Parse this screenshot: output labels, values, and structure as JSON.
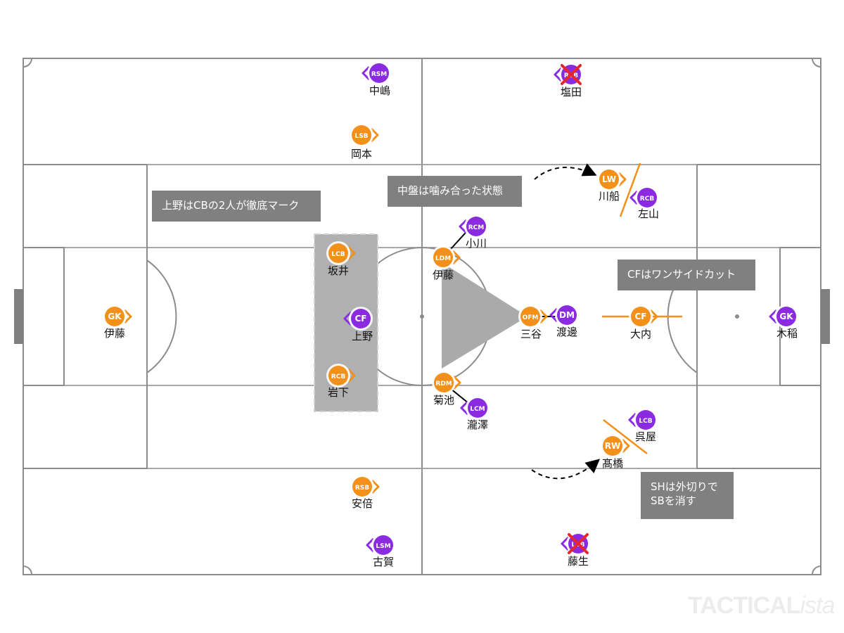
{
  "colors": {
    "team_orange": "#f39019",
    "team_purple": "#8a2be2",
    "pitch_line": "#8c8c8c",
    "cross": "#e8262b",
    "note_bg": "#808080",
    "zone_fill": "#b0b0b0"
  },
  "notes": {
    "cb_mark": "上野はCBの2人が徹底マーク",
    "midfield": "中盤は噛み合った状態",
    "cf_cut": "CFはワンサイドカット",
    "sh_cut": "SHは外切りで\nSBを消す"
  },
  "watermark": {
    "main": "TACTICAL",
    "suffix": "ista"
  },
  "orange_players": [
    {
      "id": "o-gk",
      "pos": "GK",
      "name": "伊藤"
    },
    {
      "id": "o-lsb",
      "pos": "LSB",
      "name": "岡本"
    },
    {
      "id": "o-lcb",
      "pos": "LCB",
      "name": "坂井"
    },
    {
      "id": "o-rcb",
      "pos": "RCB",
      "name": "岩下"
    },
    {
      "id": "o-rsb",
      "pos": "RSB",
      "name": "安倍"
    },
    {
      "id": "o-ldm",
      "pos": "LDM",
      "name": "伊藤"
    },
    {
      "id": "o-rdm",
      "pos": "RDM",
      "name": "菊池"
    },
    {
      "id": "o-ofm",
      "pos": "OFM",
      "name": "三谷"
    },
    {
      "id": "o-lw",
      "pos": "LW",
      "name": "川船"
    },
    {
      "id": "o-rw",
      "pos": "RW",
      "name": "髙橋"
    },
    {
      "id": "o-cf",
      "pos": "CF",
      "name": "大内"
    }
  ],
  "purple_players": [
    {
      "id": "p-rsm",
      "pos": "RSM",
      "name": "中嶋"
    },
    {
      "id": "p-rb",
      "pos": "RSB",
      "name": "塩田",
      "crossed": true
    },
    {
      "id": "p-cf",
      "pos": "CF",
      "name": "上野"
    },
    {
      "id": "p-rcm",
      "pos": "RCM",
      "name": "小川"
    },
    {
      "id": "p-lcm",
      "pos": "LCM",
      "name": "瀧澤"
    },
    {
      "id": "p-dm",
      "pos": "DM",
      "name": "渡邊"
    },
    {
      "id": "p-rcb",
      "pos": "RCB",
      "name": "左山"
    },
    {
      "id": "p-lcb",
      "pos": "LCB",
      "name": "呉屋"
    },
    {
      "id": "p-gk",
      "pos": "GK",
      "name": "木稲"
    },
    {
      "id": "p-lsm",
      "pos": "LSM",
      "name": "古賀"
    },
    {
      "id": "p-lb",
      "pos": "LSB",
      "name": "藤生",
      "crossed": true
    }
  ]
}
